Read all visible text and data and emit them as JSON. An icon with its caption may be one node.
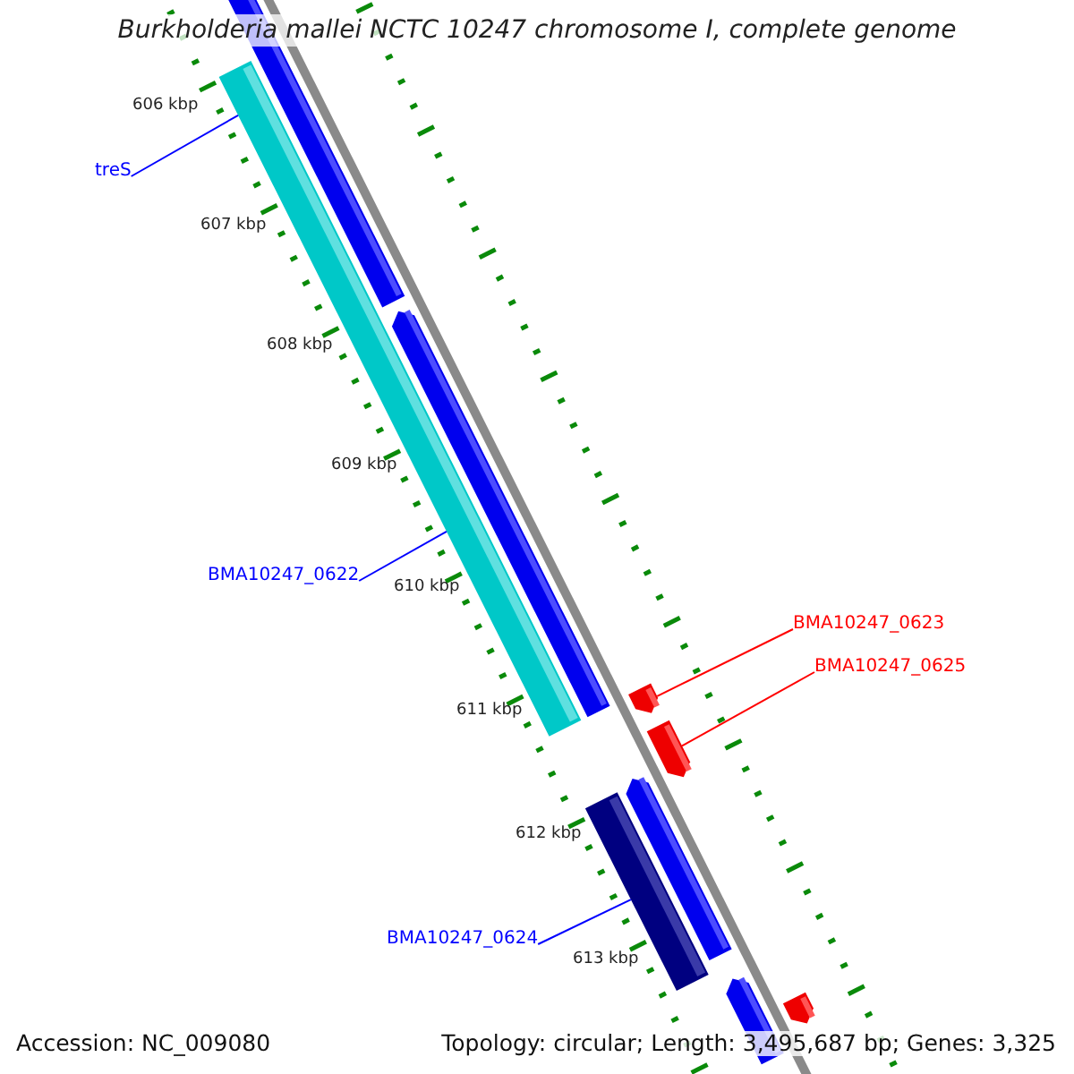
{
  "diagram": {
    "title": "Burkholderia mallei NCTC 10247 chromosome I, complete genome",
    "nodes": [
      {
        "text": [
          "treS"
        ]
      },
      {
        "text": [
          "BMA10247_0622"
        ]
      },
      {
        "text": [
          "BMA10247_0623"
        ]
      },
      {
        "text": [
          "BMA10247_0625"
        ]
      },
      {
        "text": [
          "BMA10247_0624"
        ]
      },
      {
        "text": [],
        "shape": "bar"
      },
      {
        "text": [],
        "shape": "box"
      },
      {
        "text": [],
        "shape": "box"
      },
      {
        "text": [],
        "shape": "bar"
      }
    ],
    "edges": [
      {
        "from": 0,
        "to": 5,
        "arrow": "none"
      },
      {
        "from": 1,
        "to": 5,
        "arrow": "none"
      },
      {
        "from": 2,
        "to": 6,
        "arrow": "none",
        "color": "#ff0000"
      },
      {
        "from": 3,
        "to": 7,
        "arrow": "none",
        "color": "#ff0000"
      },
      {
        "from": 4,
        "to": 8,
        "arrow": "none"
      }
    ],
    "labels": [
      "606 kbp",
      "607 kbp",
      "608 kbp",
      "609 kbp",
      "610 kbp",
      "611 kbp",
      "612 kbp",
      "613 kbp",
      "Accession: NC_009080",
      "Topology: circular; Length: 3,495,687 bp; Genes: 3,325"
    ]
  }
}
